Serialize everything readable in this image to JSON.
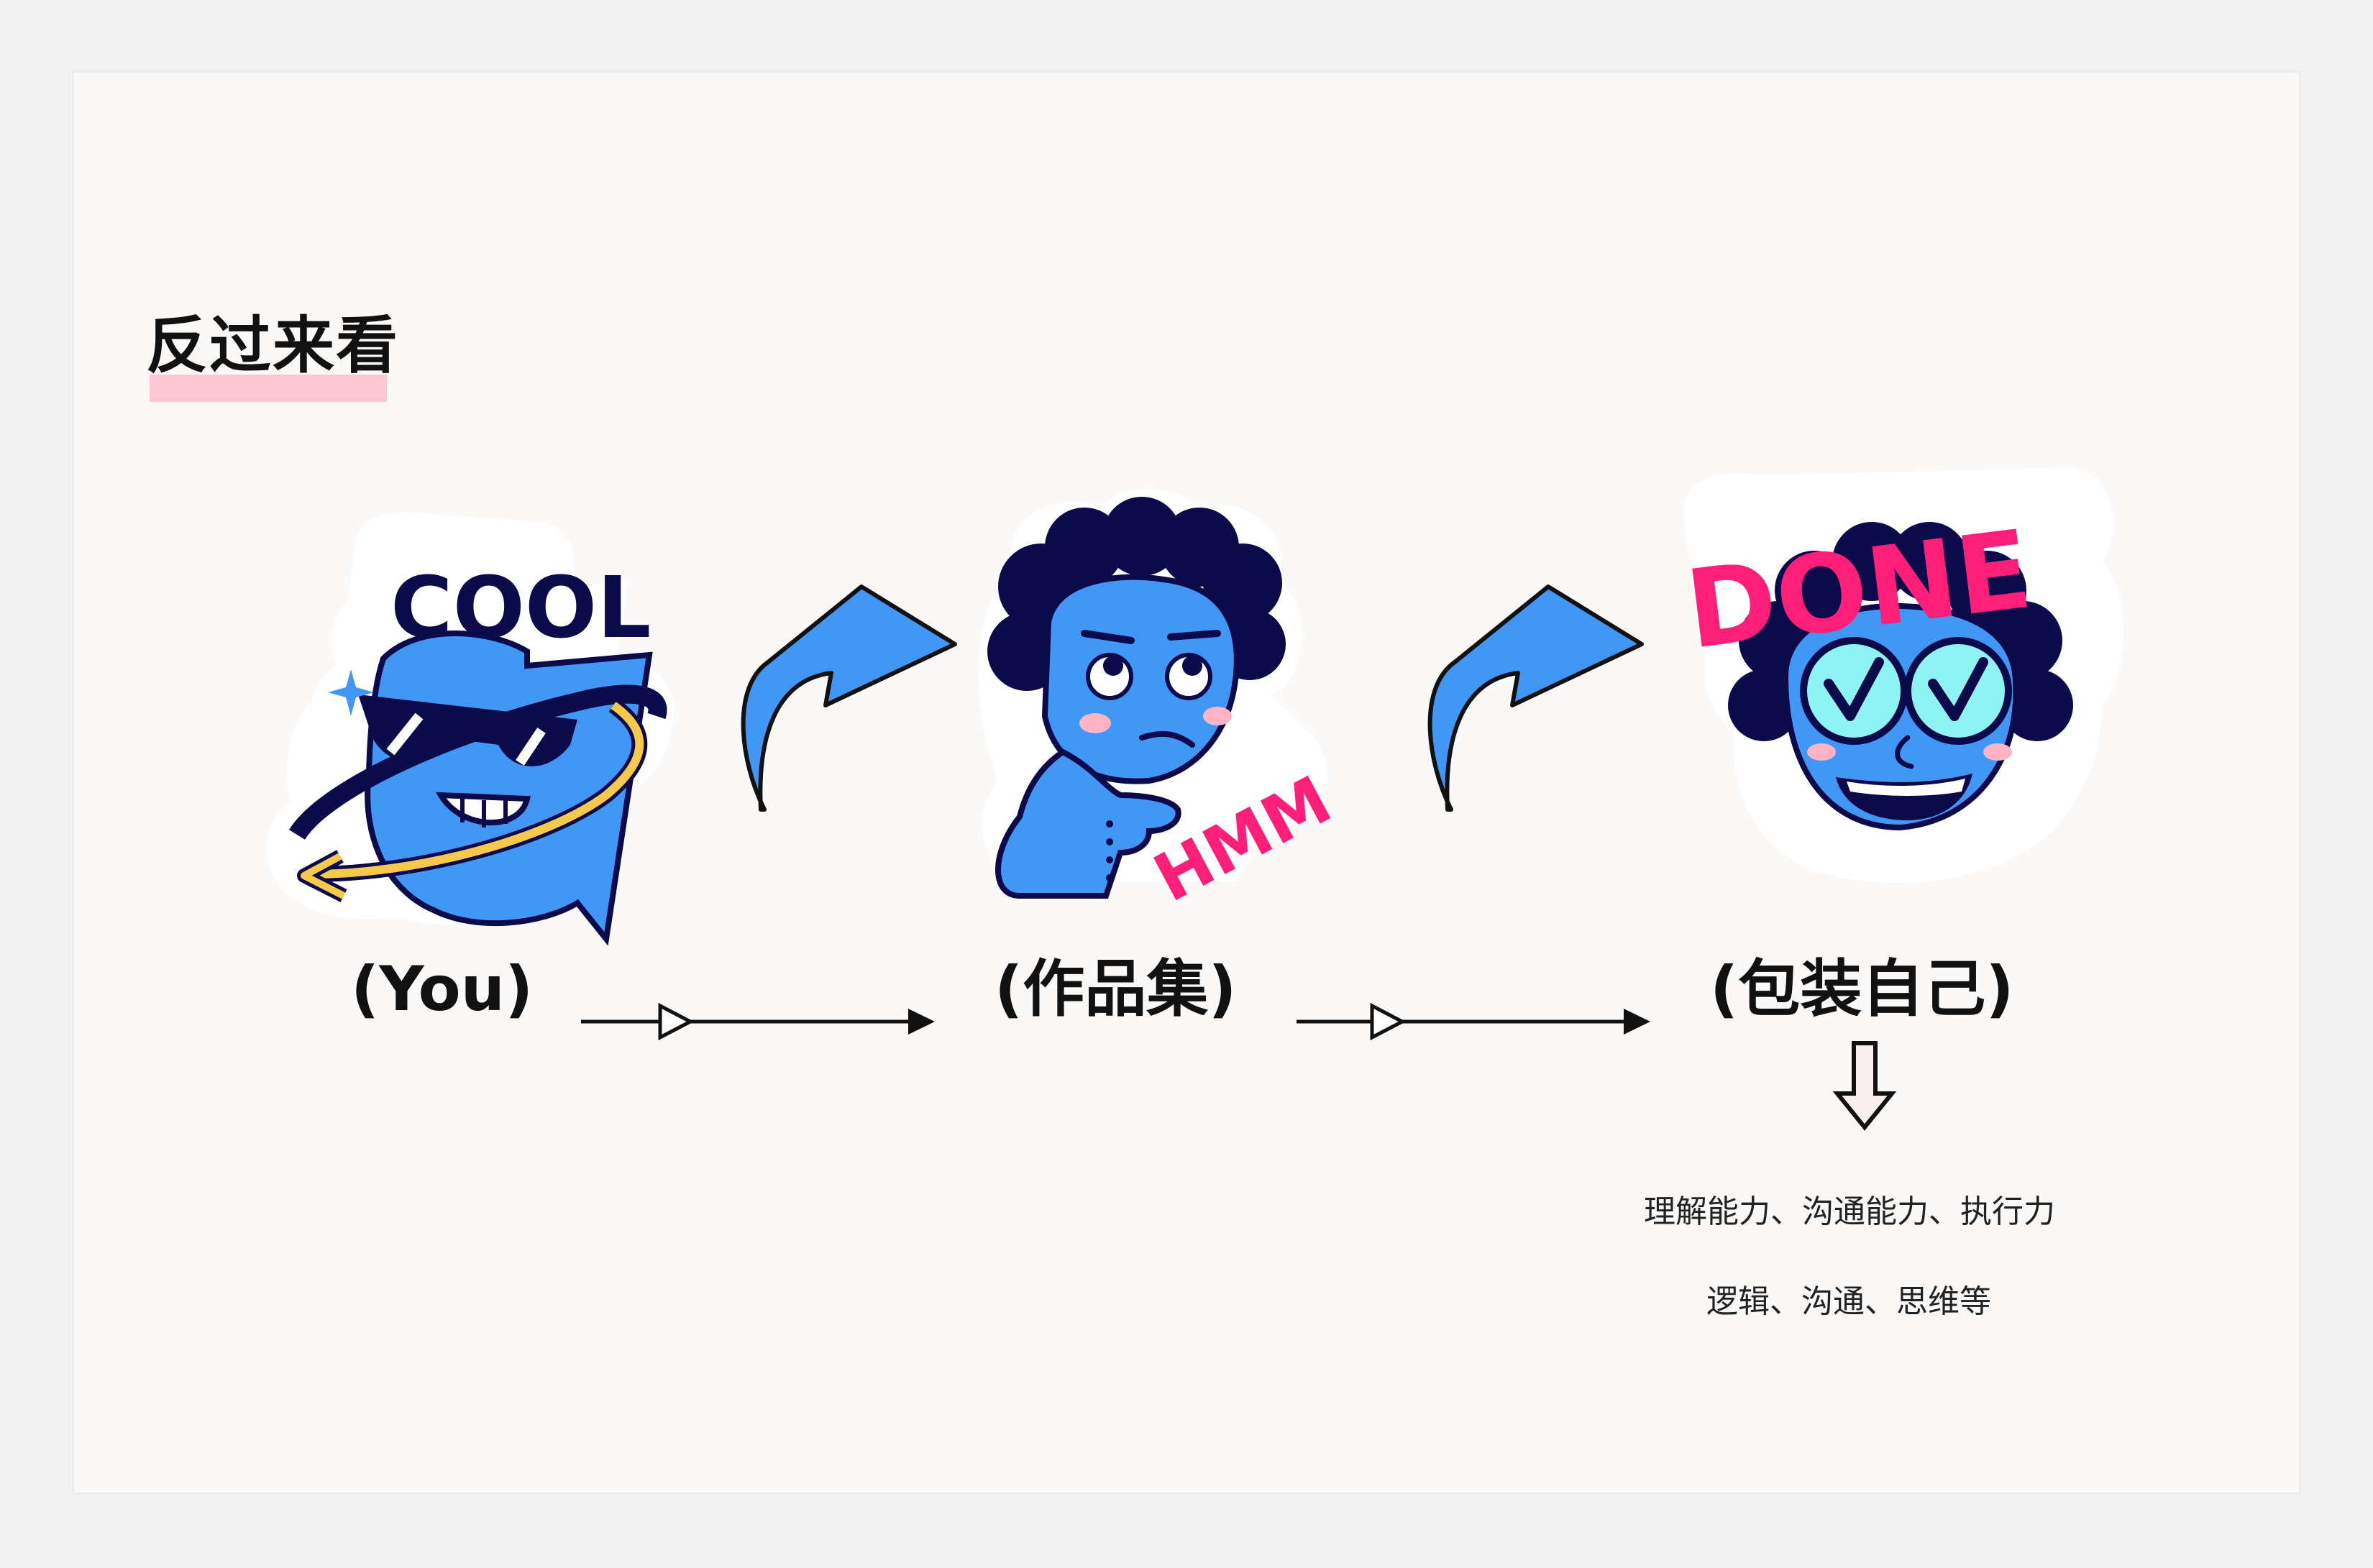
{
  "title": "反过来看",
  "stages": [
    {
      "label": "(You)",
      "sticker_text": "COOL",
      "icon": "cool-sunglasses-sticker"
    },
    {
      "label": "(作品集)",
      "sticker_text": "HMM",
      "icon": "thinking-face-sticker"
    },
    {
      "label": "(包装自己)",
      "sticker_text": "DONE",
      "icon": "done-checkmark-eyes-sticker"
    }
  ],
  "notes": [
    "理解能力、沟通能力、执行力",
    "逻辑、沟通、思维等"
  ],
  "colors": {
    "background": "#f1f1f1",
    "card": "#faf9f7",
    "blue": "#4197f5",
    "navy": "#0b0a4a",
    "pink": "#ff1f78",
    "yellow": "#f7c94b",
    "highlight": "#ffc7d4"
  }
}
